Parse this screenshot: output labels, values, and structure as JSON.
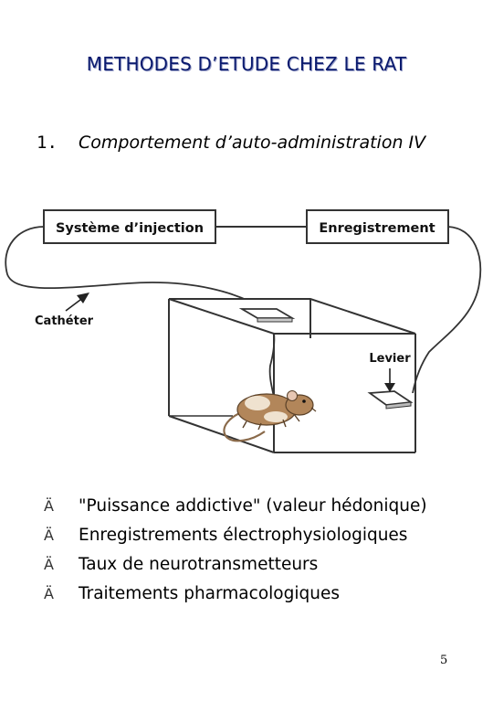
{
  "title": "METHODES D’ETUDE CHEZ LE RAT",
  "section": {
    "number": "1.",
    "text": "Comportement d’auto-administration IV"
  },
  "diagram": {
    "injection_label": "Système d’injection",
    "recording_label": "Enregistrement",
    "catheter_label": "Cathéter",
    "lever_label": "Levier"
  },
  "bullet_marker": "Ä",
  "bullets": [
    "\"Puissance addictive\" (valeur hédonique)",
    "Enregistrements électrophysiologiques",
    "Taux de neurotransmetteurs",
    "Traitements pharmacologiques"
  ],
  "page_number": "5"
}
